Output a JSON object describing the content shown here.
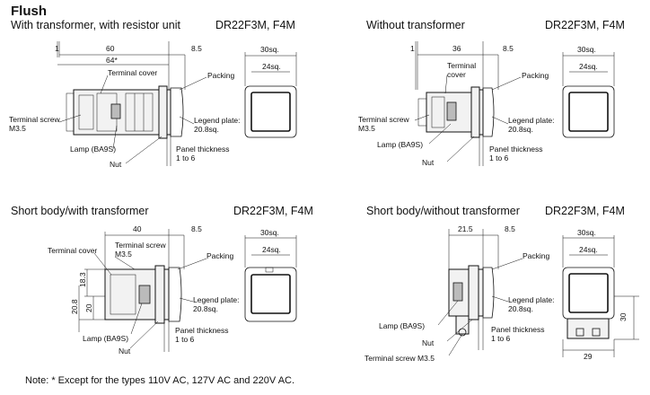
{
  "page": {
    "title": "Flush",
    "note": "Note: * Except for the types 110V AC, 127V AC and 220V AC."
  },
  "panels": [
    {
      "subtitle": "With transformer, with resistor unit",
      "model": "DR22F3M, F4M",
      "dims": {
        "d1": "1",
        "d2": "60",
        "d3": "64*",
        "d4": "8.5",
        "d5": "30sq.",
        "d6": "24sq."
      },
      "labels": {
        "terminal_cover": "Terminal cover",
        "packing": "Packing",
        "terminal_screw": "Terminal screw",
        "screw_size": "M3.5",
        "legend_plate": "Legend plate:",
        "legend_size": "20.8sq.",
        "lamp": "Lamp (BA9S)",
        "nut": "Nut",
        "panel_thickness": "Panel thickness",
        "panel_range": "1 to 6"
      }
    },
    {
      "subtitle": "Without transformer",
      "model": "DR22F3M, F4M",
      "dims": {
        "d1": "1",
        "d2": "36",
        "d4": "8.5",
        "d5": "30sq.",
        "d6": "24sq."
      },
      "labels": {
        "terminal_cover": "Terminal",
        "terminal_cover2": "cover",
        "packing": "Packing",
        "terminal_screw": "Terminal screw",
        "screw_size": "M3.5",
        "legend_plate": "Legend plate:",
        "legend_size": "20.8sq.",
        "lamp": "Lamp (BA9S)",
        "nut": "Nut",
        "panel_thickness": "Panel thickness",
        "panel_range": "1 to 6"
      }
    },
    {
      "subtitle": "Short body/with transformer",
      "model": "DR22F3M, F4M",
      "dims": {
        "d2": "40",
        "d4": "8.5",
        "d5": "30sq.",
        "d6": "24sq.",
        "v1": "18.3",
        "v2": "20.8",
        "v3": "20"
      },
      "labels": {
        "terminal_cover": "Terminal cover",
        "terminal_screw": "Terminal screw",
        "screw_size": "M3.5",
        "packing": "Packing",
        "legend_plate": "Legend plate:",
        "legend_size": "20.8sq.",
        "lamp": "Lamp (BA9S)",
        "nut": "Nut",
        "panel_thickness": "Panel thickness",
        "panel_range": "1 to 6"
      }
    },
    {
      "subtitle": "Short body/without transformer",
      "model": "DR22F3M, F4M",
      "dims": {
        "d2": "21.5",
        "d4": "8.5",
        "d5": "30sq.",
        "d6": "24sq.",
        "v1": "30",
        "h1": "29"
      },
      "labels": {
        "packing": "Packing",
        "legend_plate": "Legend plate:",
        "legend_size": "20.8sq.",
        "lamp": "Lamp (BA9S)",
        "nut": "Nut",
        "panel_thickness": "Panel thickness",
        "panel_range": "1 to 6",
        "terminal_screw": "Terminal screw M3.5"
      }
    }
  ]
}
